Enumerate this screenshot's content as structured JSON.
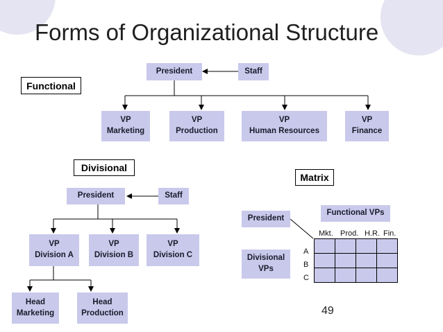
{
  "title": "Forms of Organizational Structure",
  "functional": {
    "label": "Functional",
    "president": "President",
    "staff": "Staff",
    "vps": [
      "VP\nMarketing",
      "VP\nProduction",
      "VP\nHuman Resources",
      "VP\nFinance"
    ]
  },
  "divisional": {
    "label": "Divisional",
    "president": "President",
    "staff": "Staff",
    "vps": [
      "VP\nDivision A",
      "VP\nDivision B",
      "VP\nDivision C"
    ],
    "heads": [
      "Head\nMarketing",
      "Head\nProduction"
    ]
  },
  "matrix": {
    "label": "Matrix",
    "president": "President",
    "functional_vps": "Functional VPs",
    "columns": [
      "Mkt.",
      "Prod.",
      "H.R.",
      "Fin."
    ],
    "divisional_vps": "Divisional\nVPs",
    "rows": [
      "A",
      "B",
      "C"
    ]
  },
  "page_number": "49"
}
